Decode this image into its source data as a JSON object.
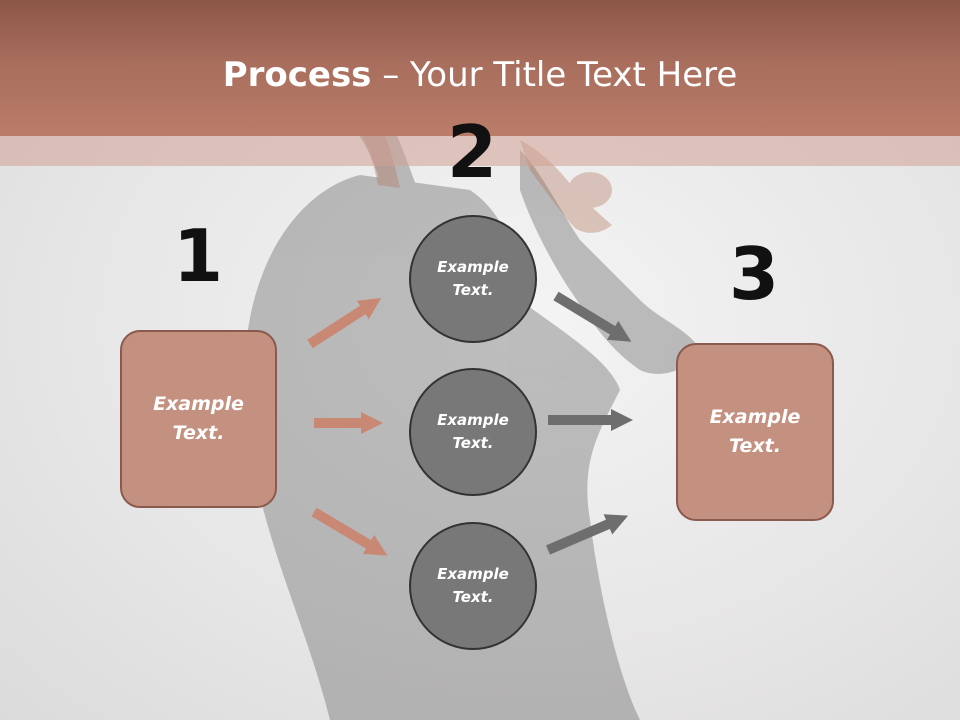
{
  "title": {
    "strong": "Process",
    "rest": " – Your Title Text Here"
  },
  "steps": [
    {
      "number": "1",
      "boxes": [
        "Example\nText."
      ]
    },
    {
      "number": "2",
      "circles": [
        "Example\nText.",
        "Example\nText.",
        "Example\nText."
      ]
    },
    {
      "number": "3",
      "boxes": [
        "Example\nText."
      ]
    }
  ],
  "colors": {
    "header": "#a86d5c",
    "box_fill": "#c4907f",
    "circle_fill": "#787878",
    "arrow_left": "#c98874",
    "arrow_right": "#6e6e6e"
  },
  "icons": {
    "arrow_left": "arrow-right-icon",
    "arrow_right": "arrow-right-icon"
  }
}
